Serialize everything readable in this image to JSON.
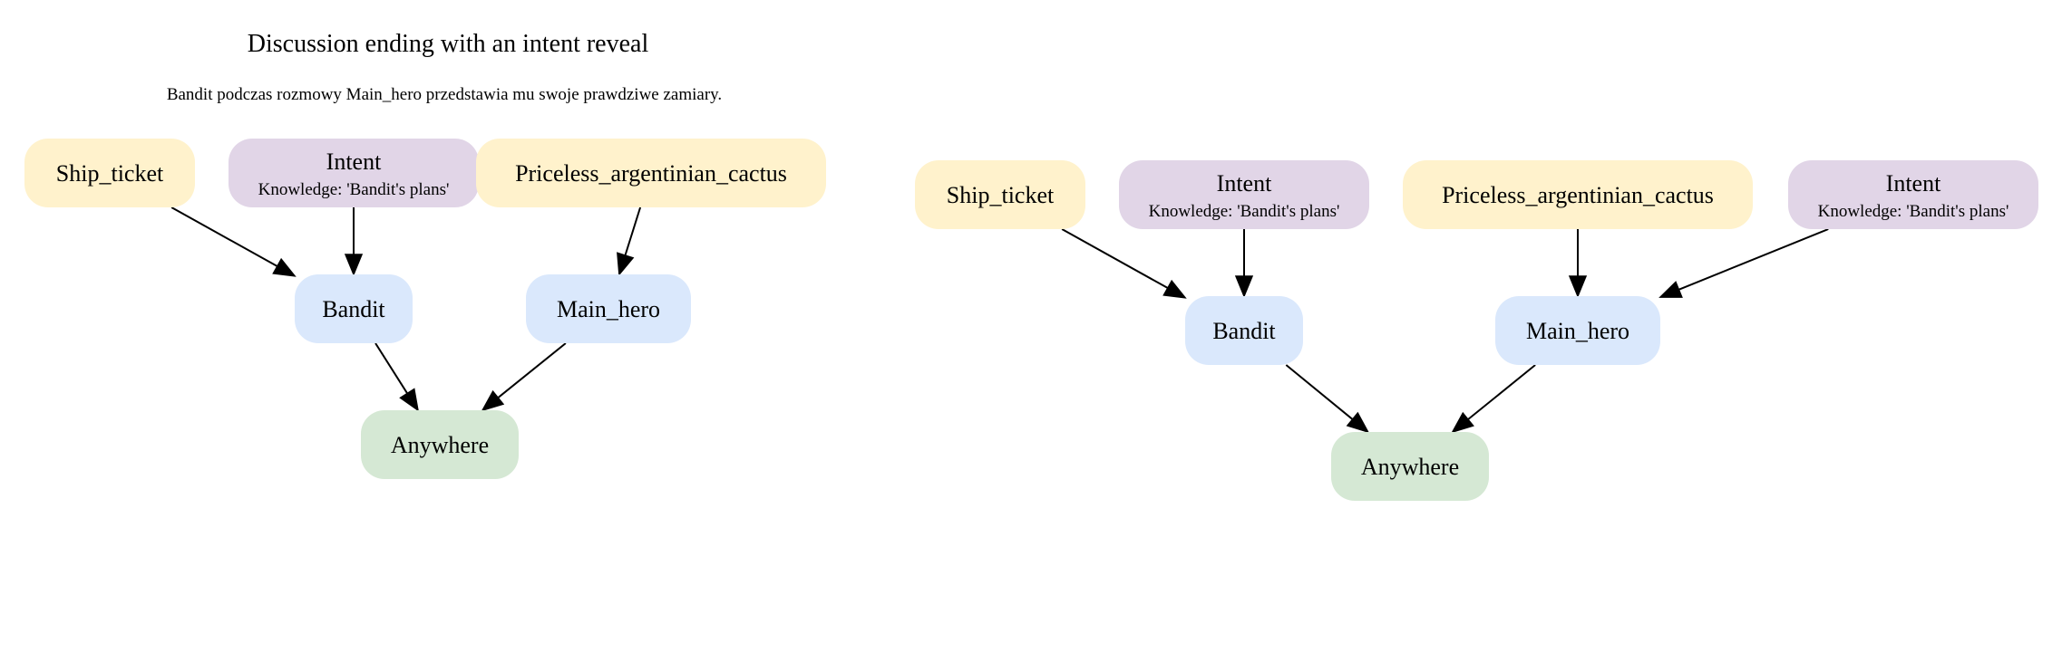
{
  "title": "Discussion ending with an intent reveal",
  "subtitle": "Bandit podczas rozmowy Main_hero przedstawia mu swoje prawdziwe zamiary.",
  "colors": {
    "item": "#fff2cc",
    "intent": "#e1d5e7",
    "character": "#dae8fc",
    "location": "#d5e8d4"
  },
  "left_graph": {
    "nodes": [
      {
        "id": "ship_ticket",
        "label": "Ship_ticket",
        "kind": "item"
      },
      {
        "id": "intent",
        "label": "Intent",
        "sublabel": "Knowledge: 'Bandit's plans'",
        "kind": "intent"
      },
      {
        "id": "cactus",
        "label": "Priceless_argentinian_cactus",
        "kind": "item"
      },
      {
        "id": "bandit",
        "label": "Bandit",
        "kind": "character"
      },
      {
        "id": "main_hero",
        "label": "Main_hero",
        "kind": "character"
      },
      {
        "id": "anywhere",
        "label": "Anywhere",
        "kind": "location"
      }
    ],
    "edges": [
      [
        "ship_ticket",
        "bandit"
      ],
      [
        "intent",
        "bandit"
      ],
      [
        "cactus",
        "main_hero"
      ],
      [
        "bandit",
        "anywhere"
      ],
      [
        "main_hero",
        "anywhere"
      ]
    ]
  },
  "right_graph": {
    "nodes": [
      {
        "id": "ship_ticket",
        "label": "Ship_ticket",
        "kind": "item"
      },
      {
        "id": "intent1",
        "label": "Intent",
        "sublabel": "Knowledge: 'Bandit's plans'",
        "kind": "intent"
      },
      {
        "id": "cactus",
        "label": "Priceless_argentinian_cactus",
        "kind": "item"
      },
      {
        "id": "intent2",
        "label": "Intent",
        "sublabel": "Knowledge: 'Bandit's plans'",
        "kind": "intent"
      },
      {
        "id": "bandit",
        "label": "Bandit",
        "kind": "character"
      },
      {
        "id": "main_hero",
        "label": "Main_hero",
        "kind": "character"
      },
      {
        "id": "anywhere",
        "label": "Anywhere",
        "kind": "location"
      }
    ],
    "edges": [
      [
        "ship_ticket",
        "bandit"
      ],
      [
        "intent1",
        "bandit"
      ],
      [
        "cactus",
        "main_hero"
      ],
      [
        "intent2",
        "main_hero"
      ],
      [
        "bandit",
        "anywhere"
      ],
      [
        "main_hero",
        "anywhere"
      ]
    ]
  }
}
